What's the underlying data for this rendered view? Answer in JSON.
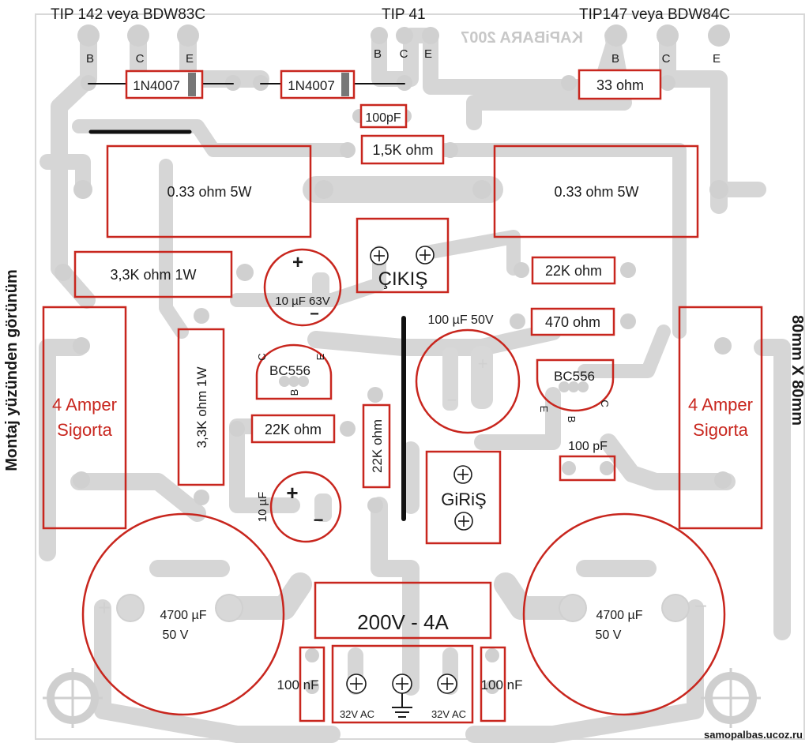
{
  "header": {
    "left_transistor": "TIP 142 veya BDW83C",
    "center_transistor": "TIP 41",
    "right_transistor": "TIP147 veya BDW84C",
    "copper_text": "KAPiBARA 2007"
  },
  "side_labels": {
    "left": "Montaj yüzünden görünüm",
    "right": "80mm X 80mm"
  },
  "pins": {
    "b": "B",
    "c": "C",
    "e": "E"
  },
  "components": {
    "diode1": "1N4007",
    "diode2": "1N4007",
    "r_33": "33 ohm",
    "c_100pf_top": "100pF",
    "r_1k5": "1,5K ohm",
    "r_033_left": "0.33 ohm 5W",
    "r_033_right": "0.33 ohm 5W",
    "r_3k3_horizontal": "3,3K ohm 1W",
    "c_10uf_63v": "10 µF 63V",
    "output": "ÇIKIŞ",
    "r_22k_right": "22K ohm",
    "r_470": "470 ohm",
    "c_100uf": "100 µF 50V",
    "bc556_left": "BC556",
    "bc556_right": "BC556",
    "r_3k3_vertical": "3,3K ohm 1W",
    "r_22k_left": "22K ohm",
    "r_22k_vertical": "22K ohm",
    "c_100pf_right": "100 pF",
    "fuse_left_line1": "4 Amper",
    "fuse_left_line2": "Sigorta",
    "fuse_right_line1": "4 Amper",
    "fuse_right_line2": "Sigorta",
    "c_10uf": "10 µF",
    "input": "GiRiŞ",
    "power": "200V - 4A",
    "cap_left_line1": "4700 µF",
    "cap_left_line2": "50 V",
    "cap_right_line1": "4700 µF",
    "cap_right_line2": "50 V",
    "c_100nf_left": "100 nF",
    "c_100nf_right": "100 nF",
    "ac_left": "32V AC",
    "ac_right": "32V AC",
    "plus": "+",
    "minus": "−"
  },
  "watermark": "samopalbas.ucoz.ru",
  "colors": {
    "outline": "#c8261e",
    "copper": "#d4d4d4",
    "text": "#1a1a1a",
    "fuse_text": "#c8261e"
  }
}
